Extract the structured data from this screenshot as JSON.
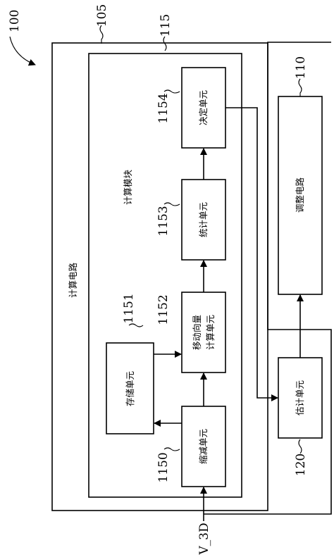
{
  "labels": {
    "system_ref": "100",
    "calc_circuit_ref": "105",
    "adjust_circuit_ref": "110",
    "calc_module_ref": "115",
    "estimate_unit_ref": "120",
    "reduce_unit_ref": "1150",
    "storage_unit_ref": "1151",
    "motion_vector_unit_ref": "1152",
    "stats_unit_ref": "1153",
    "decision_unit_ref": "1154",
    "calc_circuit_title": "计算电路",
    "calc_module_title": "计算模块",
    "reduce_unit": "缩减单元",
    "storage_unit": "存储单元",
    "motion_vector_line1": "移动向量",
    "motion_vector_line2": "计算单元",
    "stats_unit": "统计单元",
    "decision_unit": "决定单元",
    "adjust_circuit": "调整电路",
    "estimate_unit": "估计单元",
    "input_signal": "V_3D"
  }
}
